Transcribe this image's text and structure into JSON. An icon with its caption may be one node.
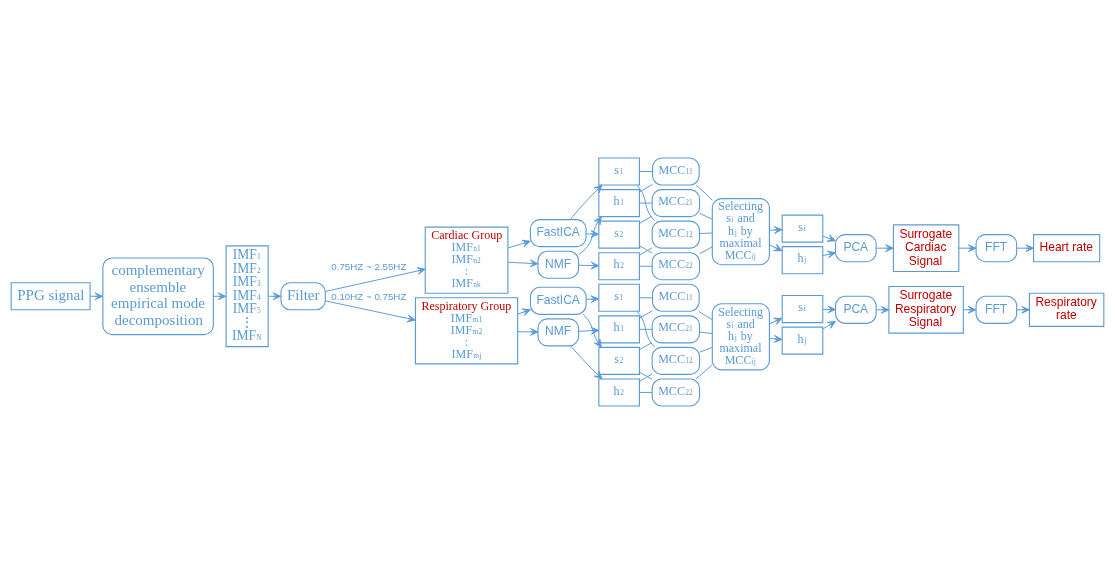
{
  "diagram": {
    "nodes": [
      {
        "text": [
          "PPG signal"
        ]
      },
      {
        "text": [
          "complementary ensemble empirical mode decomposition"
        ]
      },
      {
        "text": [
          "IMF$_{1}$",
          "IMF$_{2}$",
          "IMF$_{3}$",
          "IMF$_{4}$",
          "IMF$_{5}$",
          "⋮",
          "IMF$_{N}$"
        ]
      },
      {
        "text": [
          "Filter"
        ]
      },
      {
        "text": [
          "Cardiac Group",
          "IMF$_{n1}$",
          "IMF$_{n2}$",
          ":",
          "IMF$_{nk}$"
        ]
      },
      {
        "text": [
          "FastICA"
        ]
      },
      {
        "text": [
          "NMF"
        ]
      },
      {
        "text": [
          "s$_{1}$"
        ]
      },
      {
        "text": [
          "s$_{2}$"
        ]
      },
      {
        "text": [
          "h$_{1}$"
        ]
      },
      {
        "text": [
          "h$_{2}$"
        ]
      },
      {
        "text": [
          "MCC$_{11}$"
        ]
      },
      {
        "text": [
          "MCC$_{21}$"
        ]
      },
      {
        "text": [
          "MCC$_{12}$"
        ]
      },
      {
        "text": [
          "MCC$_{22}$"
        ]
      },
      {
        "text": [
          "Selecting s$_{i}$ and h$_{j}$ by maximal MCC$_{ij}$"
        ]
      },
      {
        "text": [
          "s$_{i}$"
        ]
      },
      {
        "text": [
          "h$_{j}$"
        ]
      },
      {
        "text": [
          "PCA"
        ]
      },
      {
        "text": [
          "Surrogate Cardiac Signal"
        ]
      },
      {
        "text": [
          "FFT"
        ]
      },
      {
        "text": [
          "Heart rate"
        ]
      },
      {
        "text": [
          "Respiratory Group",
          "IMF$_{m1}$",
          "IMF$_{m2}$",
          ":",
          "IMF$_{mj}$"
        ]
      },
      {
        "text": [
          "FastICA"
        ]
      },
      {
        "text": [
          "NMF"
        ]
      },
      {
        "text": [
          "s$_{1}$"
        ]
      },
      {
        "text": [
          "s$_{2}$"
        ]
      },
      {
        "text": [
          "h$_{1}$"
        ]
      },
      {
        "text": [
          "h$_{2}$"
        ]
      },
      {
        "text": [
          "MCC$_{11}$"
        ]
      },
      {
        "text": [
          "MCC$_{21}$"
        ]
      },
      {
        "text": [
          "MCC$_{12}$"
        ]
      },
      {
        "text": [
          "MCC$_{22}$"
        ]
      },
      {
        "text": [
          "Selecting s$_{i}$ and h$_{j}$ by maximal MCC$_{ij}$"
        ]
      },
      {
        "text": [
          "s$_{i}$"
        ]
      },
      {
        "text": [
          "h$_{j}$"
        ]
      },
      {
        "text": [
          "PCA"
        ]
      },
      {
        "text": [
          "Surrogate Respiratory Signal"
        ]
      },
      {
        "text": [
          "FFT"
        ]
      },
      {
        "text": [
          "Respiratory rate"
        ]
      }
    ],
    "edges": [
      {
        "from": 0,
        "to": 1,
        "arrow": "to"
      },
      {
        "from": 1,
        "to": 2,
        "arrow": "to"
      },
      {
        "from": 2,
        "to": 3,
        "arrow": "to"
      },
      {
        "from": 3,
        "to": 4,
        "arrow": "to",
        "label": "0.75HZ ~ 2.55HZ"
      },
      {
        "from": 3,
        "to": 22,
        "arrow": "to",
        "label": "0.10HZ ~ 0.75HZ"
      },
      {
        "from": 4,
        "to": 5,
        "arrow": "to"
      },
      {
        "from": 4,
        "to": 6,
        "arrow": "to"
      },
      {
        "from": 5,
        "to": 7,
        "arrow": "to"
      },
      {
        "from": 5,
        "to": 8,
        "arrow": "to"
      },
      {
        "from": 6,
        "to": 9,
        "arrow": "to"
      },
      {
        "from": 6,
        "to": 10,
        "arrow": "to"
      },
      {
        "from": 7,
        "to": 11,
        "arrow": "none"
      },
      {
        "from": 7,
        "to": 13,
        "arrow": "none"
      },
      {
        "from": 8,
        "to": 12,
        "arrow": "none"
      },
      {
        "from": 8,
        "to": 14,
        "arrow": "none"
      },
      {
        "from": 9,
        "to": 11,
        "arrow": "none"
      },
      {
        "from": 9,
        "to": 12,
        "arrow": "none"
      },
      {
        "from": 10,
        "to": 13,
        "arrow": "none"
      },
      {
        "from": 10,
        "to": 14,
        "arrow": "none"
      },
      {
        "from": 11,
        "to": 15,
        "arrow": "none"
      },
      {
        "from": 12,
        "to": 15,
        "arrow": "none"
      },
      {
        "from": 13,
        "to": 15,
        "arrow": "none"
      },
      {
        "from": 14,
        "to": 15,
        "arrow": "none"
      },
      {
        "from": 15,
        "to": 16,
        "arrow": "to"
      },
      {
        "from": 15,
        "to": 17,
        "arrow": "to"
      },
      {
        "from": 16,
        "to": 18,
        "arrow": "to"
      },
      {
        "from": 17,
        "to": 18,
        "arrow": "to"
      },
      {
        "from": 18,
        "to": 19,
        "arrow": "to"
      },
      {
        "from": 19,
        "to": 20,
        "arrow": "to"
      },
      {
        "from": 20,
        "to": 21,
        "arrow": "to"
      },
      {
        "from": 22,
        "to": 23,
        "arrow": "to"
      },
      {
        "from": 22,
        "to": 24,
        "arrow": "to"
      },
      {
        "from": 23,
        "to": 25,
        "arrow": "to"
      },
      {
        "from": 23,
        "to": 26,
        "arrow": "to"
      },
      {
        "from": 24,
        "to": 27,
        "arrow": "to"
      },
      {
        "from": 24,
        "to": 28,
        "arrow": "to"
      },
      {
        "from": 25,
        "to": 29,
        "arrow": "none"
      },
      {
        "from": 25,
        "to": 31,
        "arrow": "none"
      },
      {
        "from": 26,
        "to": 30,
        "arrow": "none"
      },
      {
        "from": 26,
        "to": 32,
        "arrow": "none"
      },
      {
        "from": 27,
        "to": 29,
        "arrow": "none"
      },
      {
        "from": 27,
        "to": 30,
        "arrow": "none"
      },
      {
        "from": 28,
        "to": 31,
        "arrow": "none"
      },
      {
        "from": 28,
        "to": 32,
        "arrow": "none"
      },
      {
        "from": 29,
        "to": 33,
        "arrow": "none"
      },
      {
        "from": 30,
        "to": 33,
        "arrow": "none"
      },
      {
        "from": 31,
        "to": 33,
        "arrow": "none"
      },
      {
        "from": 32,
        "to": 33,
        "arrow": "none"
      },
      {
        "from": 33,
        "to": 34,
        "arrow": "to"
      },
      {
        "from": 33,
        "to": 35,
        "arrow": "to"
      },
      {
        "from": 34,
        "to": 36,
        "arrow": "to"
      },
      {
        "from": 35,
        "to": 36,
        "arrow": "to"
      },
      {
        "from": 36,
        "to": 37,
        "arrow": "to"
      },
      {
        "from": 37,
        "to": 38,
        "arrow": "to"
      },
      {
        "from": 38,
        "to": 39,
        "arrow": "to"
      }
    ]
  }
}
